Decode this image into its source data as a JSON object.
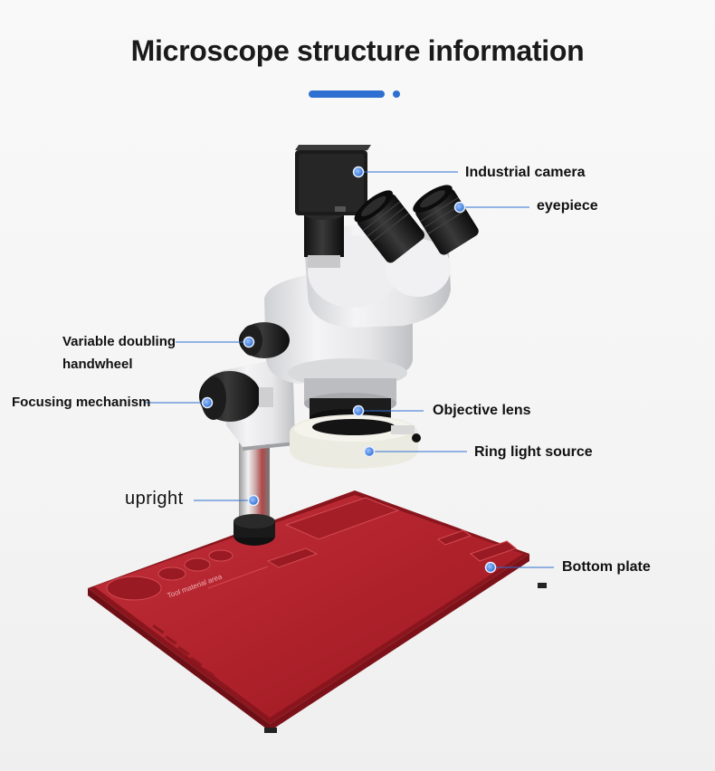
{
  "title": "Microscope structure information",
  "colors": {
    "accent": "#2e6fd1",
    "plate": "#b3202b",
    "body": "#e8e8ea"
  },
  "parts": {
    "industrial_camera": "Industrial camera",
    "eyepiece": "eyepiece",
    "variable_line1": "Variable doubling",
    "variable_line2": "handwheel",
    "focusing_mechanism": "Focusing mechanism",
    "objective_lens": "Objective lens",
    "ring_light": "Ring light source",
    "upright": "upright",
    "bottom_plate": "Bottom plate"
  },
  "plate_text": {
    "tool_area": "Tool material area"
  }
}
